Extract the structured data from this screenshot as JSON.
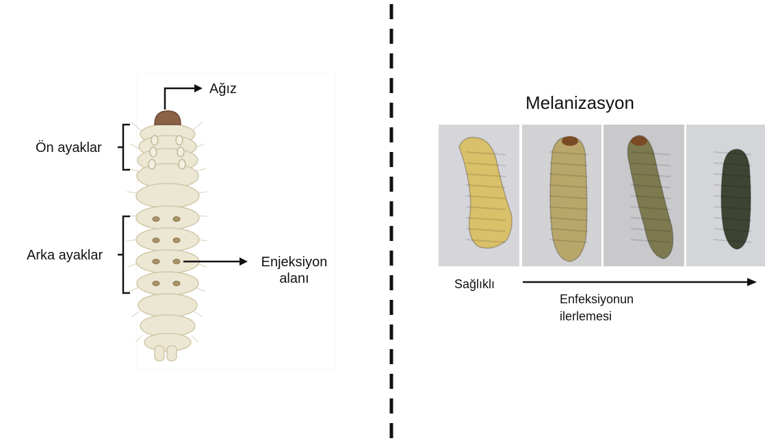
{
  "left_diagram": {
    "mouth_label": "Ağız",
    "front_legs_label": "Ön ayaklar",
    "back_legs_label": "Arka ayaklar",
    "injection_label_line1": "Enjeksiyon",
    "injection_label_line2": "alanı",
    "larva_color": "#ece7d2",
    "head_color": "#8b6248"
  },
  "right_panel": {
    "title": "Melanizasyon",
    "healthy_label": "Sağlıklı",
    "progression_label_line1": "Enfeksiyonun",
    "progression_label_line2": "ilerlemesi",
    "photos": [
      {
        "name": "photo-healthy-larva",
        "body_color": "#d9c06a"
      },
      {
        "name": "photo-early-melanized-larva",
        "body_color": "#b9a66a"
      },
      {
        "name": "photo-advanced-melanized-larva",
        "body_color": "#7d7a50"
      },
      {
        "name": "photo-fully-melanized-larva",
        "body_color": "#3e4433"
      }
    ]
  }
}
